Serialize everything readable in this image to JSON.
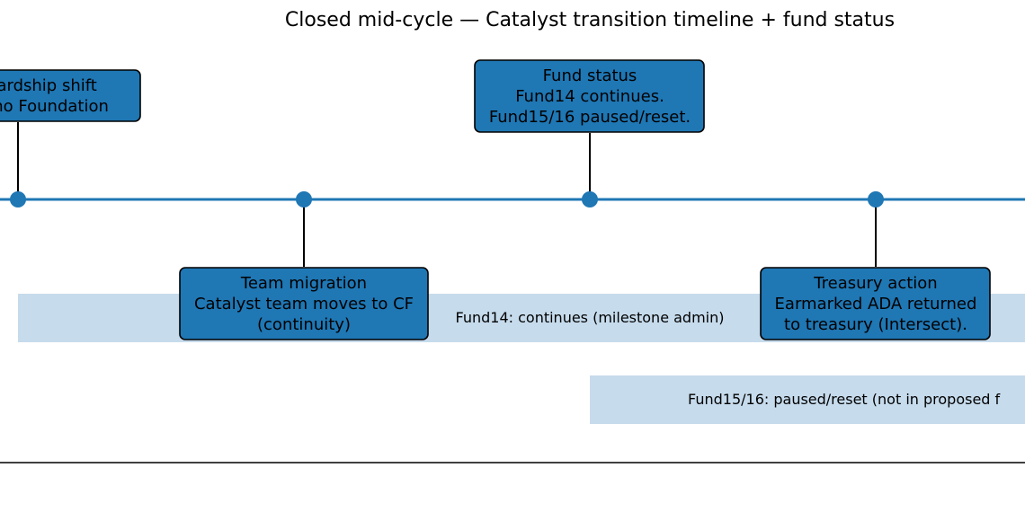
{
  "title": "Closed mid-cycle — Catalyst transition timeline + fund status",
  "colors": {
    "timeline": "#1f77b4",
    "box_fill": "#1f77b4",
    "box_border": "#000000",
    "band_fill": "#c6dbec",
    "stem": "#000000",
    "text": "#000000"
  },
  "events": [
    {
      "lines": [
        "Stewardship shift",
        "Cardano Foundation"
      ]
    },
    {
      "lines": [
        "Team migration",
        "Catalyst team moves to CF",
        "(continuity)"
      ]
    },
    {
      "lines": [
        "Fund status",
        "Fund14 continues.",
        "Fund15/16 paused/reset."
      ]
    },
    {
      "lines": [
        "Treasury action",
        "Earmarked ADA returned",
        "to treasury (Intersect)."
      ]
    }
  ],
  "bands": [
    {
      "label": "Fund14: continues (milestone admin)"
    },
    {
      "label": "Fund15/16: paused/reset (not in proposed f"
    }
  ]
}
